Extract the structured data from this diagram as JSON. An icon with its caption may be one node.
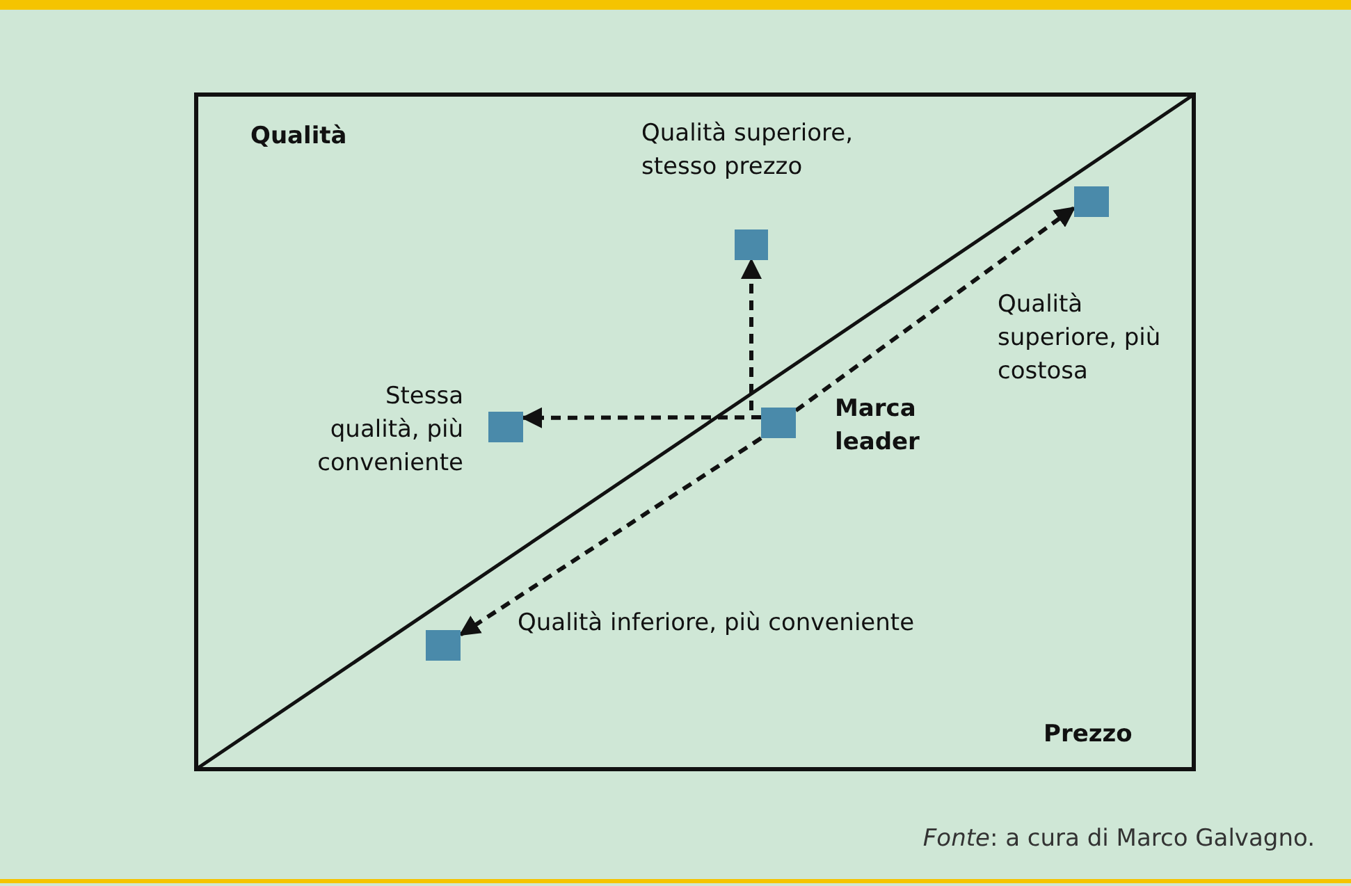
{
  "diagram": {
    "caption": "*Fonte*: a cura di Marco Galvagno.",
    "nodes": [
      {
        "text": [],
        "shape": "box",
        "beside": [
          "Qualità superiore, stesso prezzo"
        ]
      },
      {
        "text": [],
        "shape": "box",
        "beside": [
          "Qualità superiore, più costosa"
        ]
      },
      {
        "text": [],
        "shape": "box",
        "beside": [
          "Stessa qualità, più conveniente"
        ]
      },
      {
        "text": [],
        "shape": "box",
        "beside": [
          "Marca leader"
        ]
      },
      {
        "text": [],
        "shape": "box",
        "beside": [
          "Qualità inferiore, più conveniente"
        ]
      }
    ],
    "edges": [
      {
        "from": 3,
        "to": 0,
        "arrow": "to",
        "style": "dashed"
      },
      {
        "from": 3,
        "to": 2,
        "arrow": "to",
        "style": "dashed"
      },
      {
        "from": 3,
        "to": 1,
        "arrow": "to",
        "style": "dashed"
      },
      {
        "from": 3,
        "to": 4,
        "arrow": "to",
        "style": "dashed"
      }
    ],
    "labels": [
      "Qualità",
      "Prezzo"
    ]
  }
}
